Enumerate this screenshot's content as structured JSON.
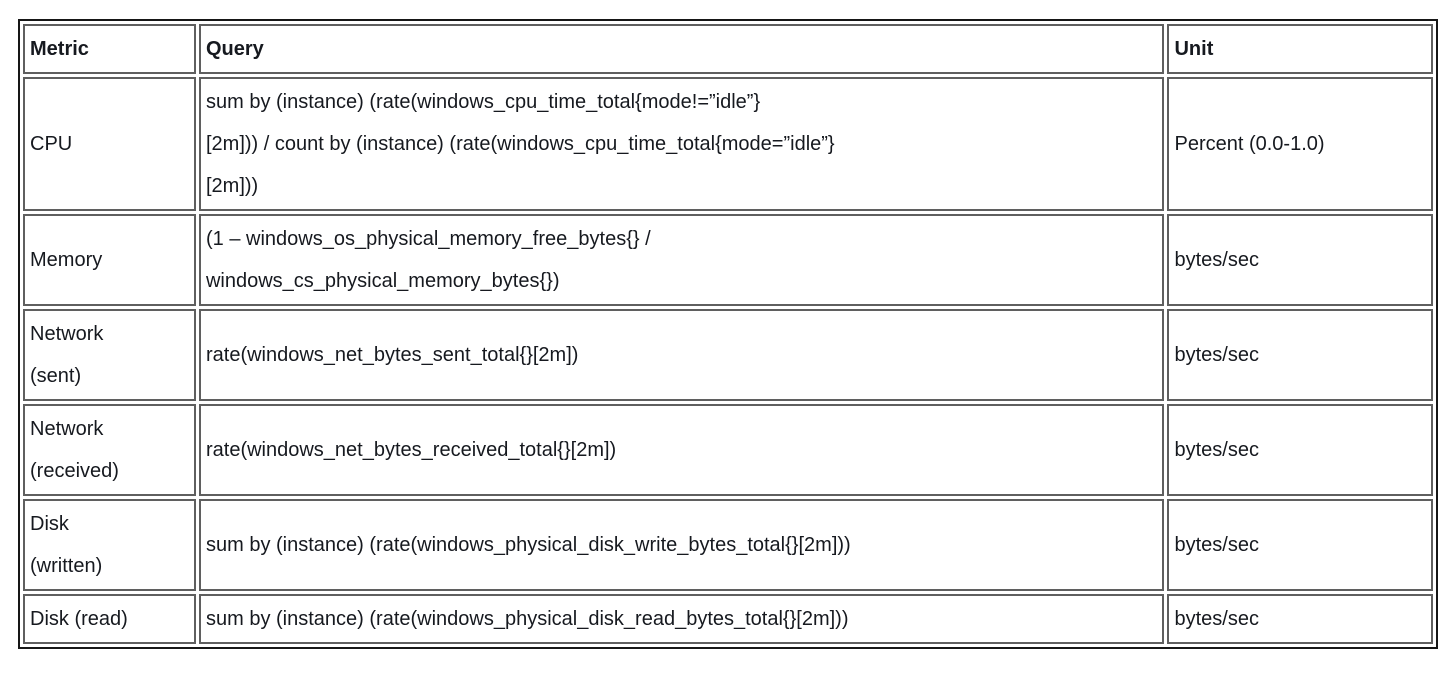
{
  "table": {
    "columns": {
      "metric": "Metric",
      "query": "Query",
      "unit": "Unit"
    },
    "rows": [
      {
        "metric": "CPU",
        "query": "sum by (instance) (rate(windows_cpu_time_total{mode!=”idle”}\n[2m])) / count by (instance) (rate(windows_cpu_time_total{mode=”idle”}\n[2m]))",
        "unit": "Percent (0.0-1.0)"
      },
      {
        "metric": "Memory",
        "query": "(1 – windows_os_physical_memory_free_bytes{} /\nwindows_cs_physical_memory_bytes{})",
        "unit": "bytes/sec"
      },
      {
        "metric": "Network\n(sent)",
        "query": "rate(windows_net_bytes_sent_total{}[2m])",
        "unit": "bytes/sec"
      },
      {
        "metric": "Network\n(received)",
        "query": "rate(windows_net_bytes_received_total{}[2m])",
        "unit": "bytes/sec"
      },
      {
        "metric": "Disk\n(written)",
        "query": "sum by (instance) (rate(windows_physical_disk_write_bytes_total{}[2m]))",
        "unit": "bytes/sec"
      },
      {
        "metric": "Disk (read)",
        "query": "sum by (instance) (rate(windows_physical_disk_read_bytes_total{}[2m]))",
        "unit": "bytes/sec"
      }
    ],
    "colors": {
      "outer_border": "#161616",
      "cell_border": "#5f5f5f",
      "text": "#16191f",
      "background": "#ffffff"
    }
  }
}
